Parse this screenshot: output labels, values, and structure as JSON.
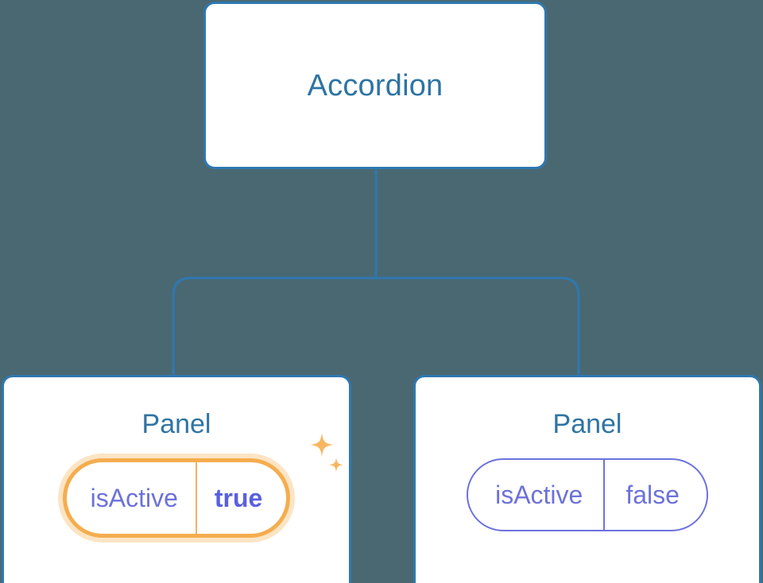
{
  "diagram": {
    "type": "component-tree",
    "background_color": "#4a6872",
    "node_border_color": "#2e78b0",
    "node_title_color": "#2f74a3",
    "connector_color": "#2e78b0",
    "prop_text_color": "#6c72d8",
    "highlight_color": "#f5ad4e",
    "highlight_glow_color": "rgba(247,190,115,0.42)",
    "root": {
      "title": "Accordion"
    },
    "panels": [
      {
        "title": "Panel",
        "prop_key": "isActive",
        "prop_value": "true",
        "highlighted": true,
        "sparkles": true
      },
      {
        "title": "Panel",
        "prop_key": "isActive",
        "prop_value": "false",
        "highlighted": false,
        "sparkles": false
      }
    ],
    "icons": {
      "sparkle_large": "sparkle-icon",
      "sparkle_small": "sparkle-small-icon"
    }
  }
}
